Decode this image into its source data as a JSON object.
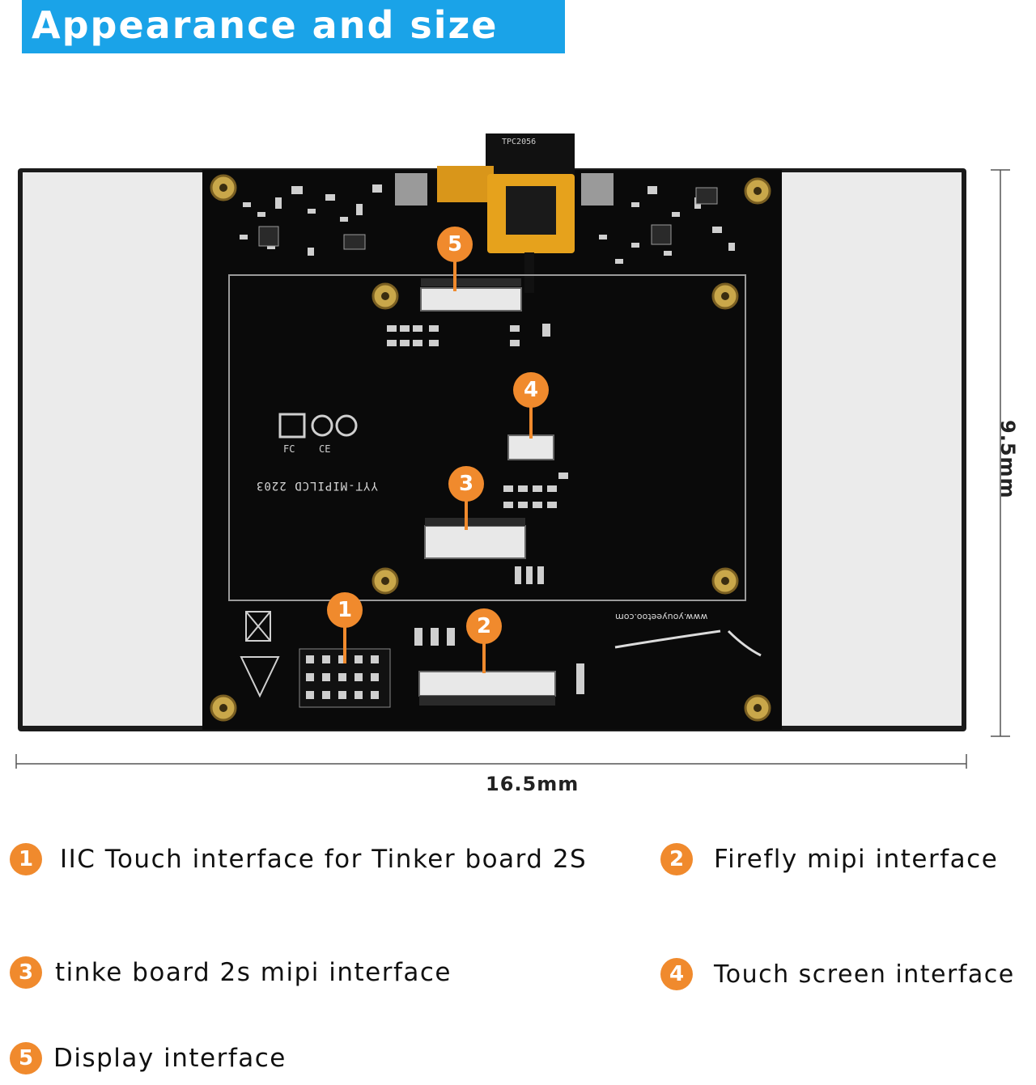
{
  "header": {
    "title": "Appearance and size"
  },
  "board": {
    "lead_label": "TPC2056",
    "model_label": "YYT-MIPILCD 2203",
    "brand_url": "www.youyeetoo.com",
    "markings": {
      "ce": "CE",
      "fc": "FC"
    },
    "colors": {
      "pcb": "#0a0a0a",
      "backlight": "#ebebeb",
      "flex": "#e6a21c",
      "callout": "#f08a2d",
      "mount": "#c9a74a"
    }
  },
  "callouts": [
    "1",
    "2",
    "3",
    "4",
    "5"
  ],
  "dimensions": {
    "width": "16.5mm",
    "height": "9.5mm"
  },
  "legend": [
    {
      "num": "1",
      "text": "IIC Touch interface for Tinker board 2S"
    },
    {
      "num": "2",
      "text": "Firefly mipi interface"
    },
    {
      "num": "3",
      "text": "tinke board 2s mipi interface"
    },
    {
      "num": "4",
      "text": "Touch screen interface"
    },
    {
      "num": "5",
      "text": "Display interface"
    }
  ]
}
